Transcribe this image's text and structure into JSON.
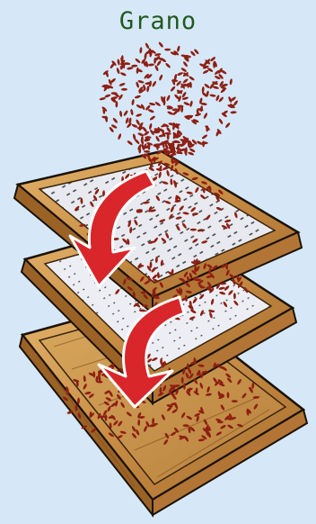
{
  "title": "Grano",
  "colors": {
    "background": "#d6e8f8",
    "title": "#1f5a1f",
    "wood_light": "#d9a45a",
    "wood_dark": "#8a5a22",
    "mesh": "#e7e9ef",
    "grain": "#8e1f12",
    "arrow": "#d8262a",
    "outline": "#1a1208"
  },
  "diagram": {
    "trays": [
      {
        "name": "top-sieve",
        "surface": "mesh-coarse"
      },
      {
        "name": "middle-sieve",
        "surface": "mesh-fine"
      },
      {
        "name": "bottom-tray",
        "surface": "solid-wood"
      }
    ],
    "arrows": [
      "arrow-top-to-middle",
      "arrow-middle-to-bottom"
    ],
    "icons": [
      "grain-pile",
      "down-curved-arrow"
    ]
  }
}
